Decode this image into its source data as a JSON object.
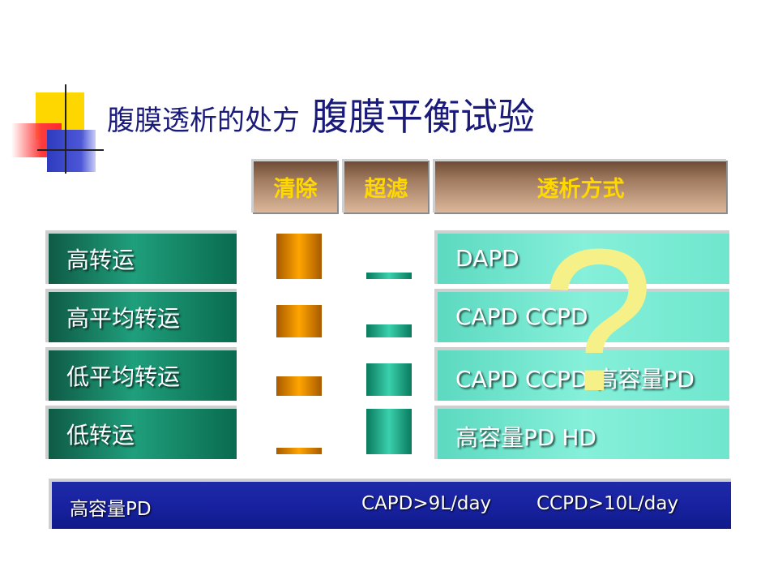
{
  "title": {
    "prefix": "腹膜透析的处方",
    "main": "腹膜平衡试验"
  },
  "headers": {
    "clearance": "清除",
    "ultrafiltration": "超滤",
    "dialysis_mode": "透析方式"
  },
  "rows": [
    {
      "label": "高转运",
      "mode": "DAPD"
    },
    {
      "label": "高平均转运",
      "mode": "CAPD CCPD"
    },
    {
      "label": "低平均转运",
      "mode": "CAPD  CCPD  高容量PD"
    },
    {
      "label": "低转运",
      "mode": "高容量PD HD"
    }
  ],
  "overlay_symbol": "?",
  "footer": {
    "label": "高容量PD",
    "capd": "CAPD>9L/day",
    "ccpd": "CCPD>10L/day"
  },
  "colors": {
    "header_text": "#ffd800",
    "title_text": "#1a1a7a",
    "question_mark": "#f6f088",
    "footer_bg": "#1822a0"
  }
}
